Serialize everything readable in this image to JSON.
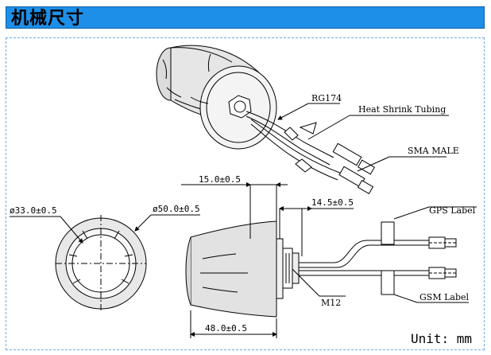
{
  "header": {
    "title": "机械尺寸"
  },
  "labels": {
    "rg174": "RG174",
    "heat_shrink": "Heat Shrink Tubing",
    "sma_male": "SMA MALE",
    "gps_label": "GPS Label",
    "gsm_label": "GSM Label",
    "m12": "M12"
  },
  "dimensions": {
    "d33": "ø33.0±0.5",
    "d50": "ø50.0±0.5",
    "w15": "15.0±0.5",
    "w14_5": "14.5±0.5",
    "w48": "48.0±0.5"
  },
  "unit": "Unit: mm",
  "colors": {
    "header_bg": "#1e8fe8",
    "frame": "#6aa8e0"
  }
}
